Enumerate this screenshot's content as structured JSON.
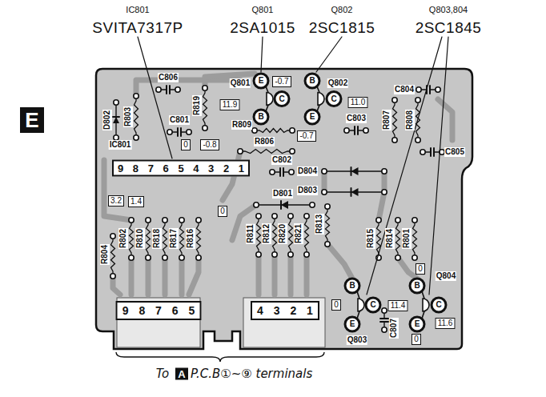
{
  "diagram": {
    "nodes": [
      {
        "text": [
          "E"
        ]
      },
      {
        "text": [
          "9 8 7 6 5 4 3 2 1"
        ]
      },
      {
        "text": [
          "9 8 7 6 5"
        ]
      },
      {
        "text": [
          "4 3 2 1"
        ]
      },
      {
        "text": [
          "-0.7"
        ]
      },
      {
        "text": [
          "11.9"
        ]
      },
      {
        "text": [
          "11.0"
        ]
      },
      {
        "text": [
          "-0.7"
        ]
      },
      {
        "text": [
          "0"
        ]
      },
      {
        "text": [
          "-0.8"
        ]
      },
      {
        "text": [
          "3.2"
        ]
      },
      {
        "text": [
          "1.4"
        ]
      },
      {
        "text": [
          "0"
        ]
      },
      {
        "text": [
          "0"
        ]
      },
      {
        "text": [
          "11.4"
        ]
      },
      {
        "text": [
          "0"
        ]
      },
      {
        "text": [
          "11.6"
        ]
      },
      {
        "text": [
          "0"
        ]
      },
      {
        "text": [
          "A"
        ]
      }
    ],
    "labels": [
      "IC801",
      "SVITA7317P",
      "Q801",
      "2SA1015",
      "Q802",
      "2SC1815",
      "Q803,804",
      "2SC1845",
      "C806",
      "Q801",
      "Q802",
      "D802",
      "R803",
      "C801",
      "R819",
      "R809",
      "R806",
      "C803",
      "R807",
      "R808",
      "C804",
      "C805",
      "IC801",
      "C802",
      "D804",
      "D803",
      "D801",
      "R804",
      "R802",
      "R810",
      "R818",
      "R817",
      "R816",
      "R811",
      "R812",
      "R820",
      "R821",
      "R813",
      "R815",
      "R814",
      "R801",
      "C807",
      "Q803",
      "Q804",
      "To",
      "P.C.B①~⑨ terminals",
      "E",
      "C",
      "B",
      "B",
      "C",
      "E",
      "B",
      "C",
      "E",
      "B",
      "C",
      "E"
    ]
  }
}
